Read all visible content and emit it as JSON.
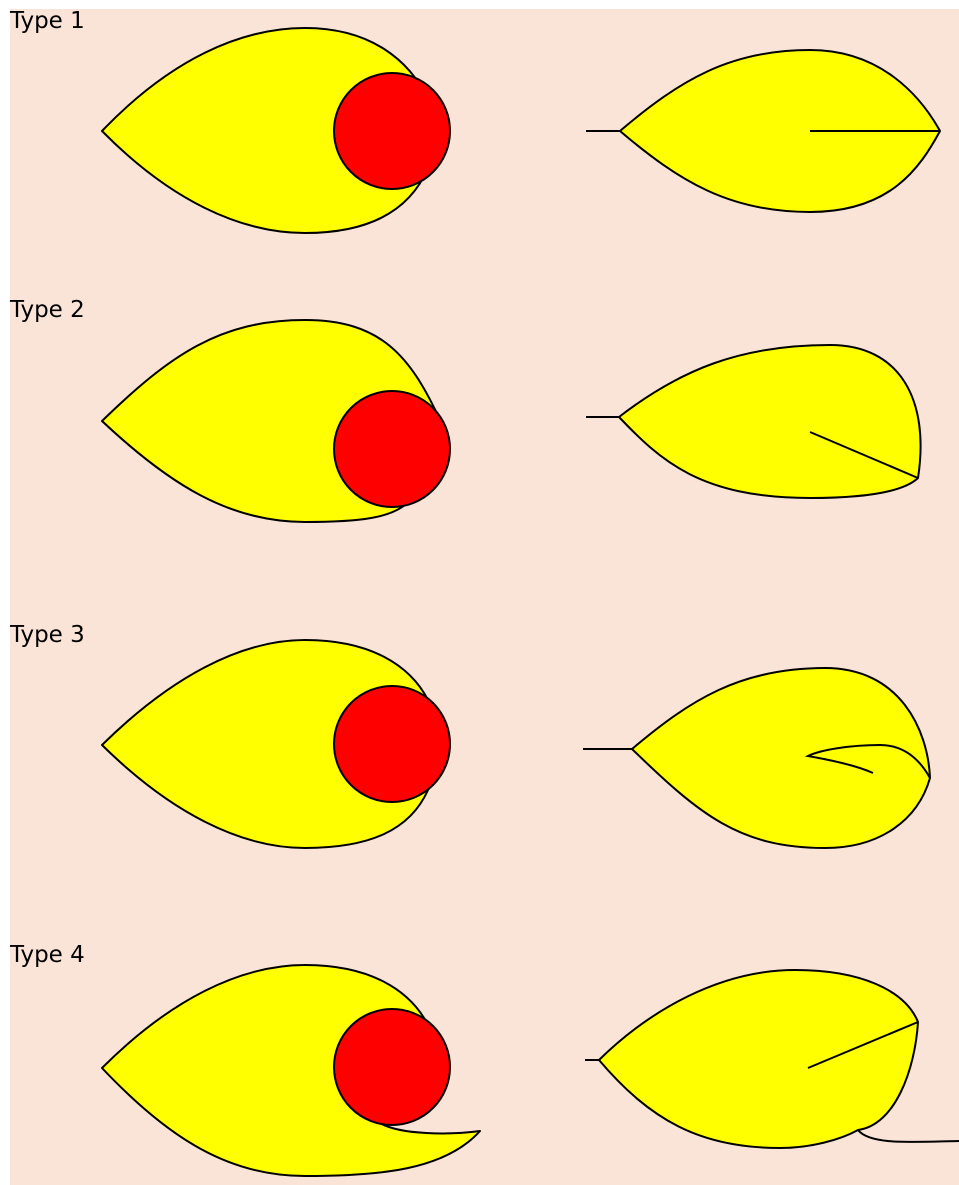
{
  "panel": {
    "background_color": "#FAE3D7"
  },
  "colors": {
    "leaf_fill": "#FFFF00",
    "circle_fill": "#FF0000",
    "outline": "#000000"
  },
  "types": [
    {
      "label": "Type 1"
    },
    {
      "label": "Type 2"
    },
    {
      "label": "Type 3"
    },
    {
      "label": "Type 4"
    }
  ]
}
